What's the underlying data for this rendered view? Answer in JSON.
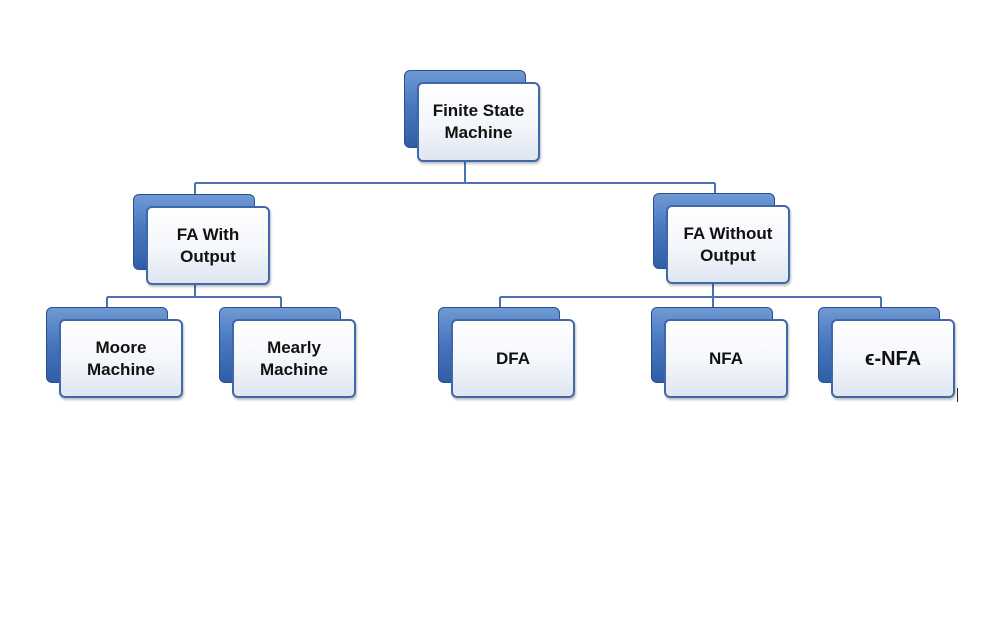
{
  "diagram": {
    "root": {
      "label": "Finite State\nMachine"
    },
    "left_branch": {
      "label": "FA With\nOutput",
      "children": [
        {
          "label": "Moore\nMachine"
        },
        {
          "label": "Mearly\nMachine"
        }
      ]
    },
    "right_branch": {
      "label": "FA Without\nOutput",
      "children": [
        {
          "label": "DFA"
        },
        {
          "label": "NFA"
        },
        {
          "label": "ϵ-NFA"
        }
      ]
    }
  },
  "colors": {
    "box_back": "#4a78bf",
    "box_border": "#3f67aa",
    "connector": "#4a72b5"
  }
}
